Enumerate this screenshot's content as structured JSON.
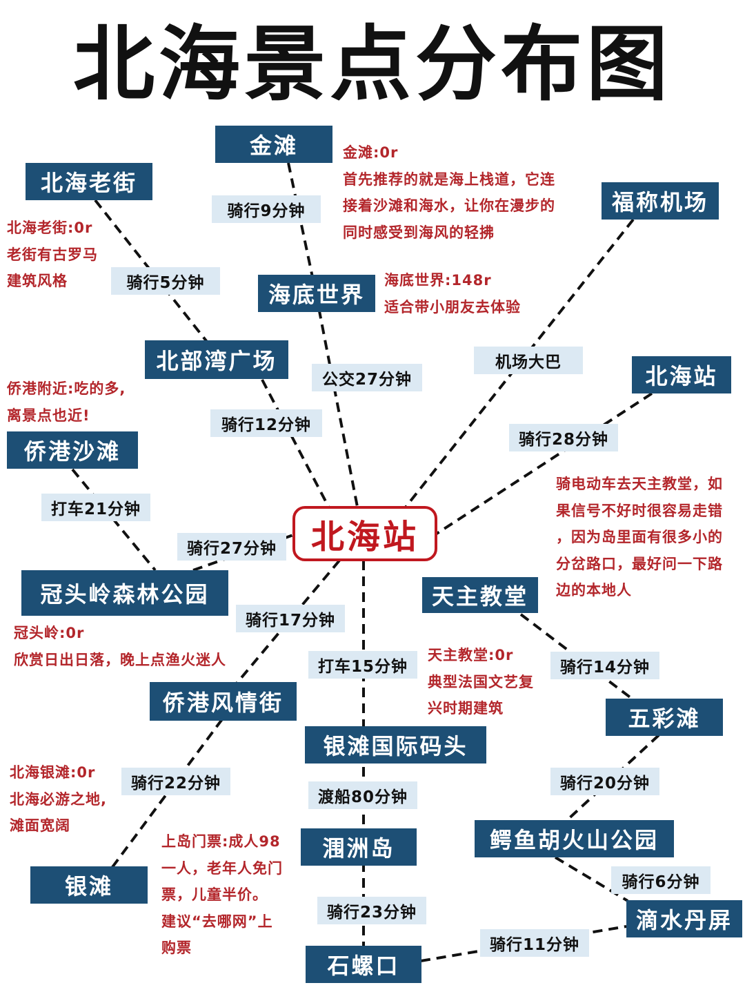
{
  "title": "北海景点分布图",
  "colors": {
    "node_bg": "#1d4f75",
    "node_text": "#ffffff",
    "route_bg": "#dce9f3",
    "note_text": "#b3262b",
    "hub_border": "#c0181f",
    "line": "#111111"
  },
  "hub": {
    "label": "北海站"
  },
  "spots": {
    "jintan": "金滩",
    "laojie": "北海老街",
    "airport": "福称机场",
    "haidi": "海底世界",
    "beibuwan": "北部湾广场",
    "station": "北海站",
    "qiaogang_beach": "侨港沙滩",
    "guantouling": "冠头岭森林公园",
    "tianzhu": "天主教堂",
    "qiaogang_street": "侨港风情街",
    "wucaitan": "五彩滩",
    "yintan_pier": "银滩国际码头",
    "eyuhu": "鳄鱼胡火山公园",
    "weizhou": "涠洲岛",
    "yintan": "银滩",
    "dishui": "滴水丹屏",
    "shiluokou": "石螺口"
  },
  "routes": {
    "jintan_haidi": "骑行9分钟",
    "laojie_beibuwan": "骑行5分钟",
    "haidi_hub": "公交27分钟",
    "airport_hub": "机场大巴",
    "beibuwan_hub": "骑行12分钟",
    "station_hub": "骑行28分钟",
    "qiaogang_beach_guantouling": "打车21分钟",
    "guantouling_hub": "骑行27分钟",
    "hub_qiaogang_street": "骑行17分钟",
    "hub_yintan_pier": "打车15分钟",
    "tianzhu_wucaitan": "骑行14分钟",
    "qiaogang_street_yintan": "骑行22分钟",
    "yintan_pier_weizhou": "渡船80分钟",
    "wucaitan_eyuhu": "骑行20分钟",
    "eyuhu_dishui": "骑行6分钟",
    "weizhou_shiluokou": "骑行23分钟",
    "shiluokou_dishui": "骑行11分钟"
  },
  "notes": {
    "jintan": [
      "金滩:0r",
      "首先推荐的就是海上栈道，它连",
      "接着沙滩和海水，让你在漫步的",
      "同时感受到海风的轻拂"
    ],
    "laojie": [
      "北海老街:0r",
      "老街有古罗马",
      "建筑风格"
    ],
    "haidi": [
      "海底世界:148r",
      "适合带小朋友去体验"
    ],
    "qiaogang": [
      "侨港附近:吃的多,",
      "离景点也近!"
    ],
    "tianzhu_route": [
      "骑电动车去天主教堂，如",
      "果信号不好时很容易走错",
      "，因为岛里面有很多小的",
      "分岔路口，最好问一下路",
      "边的本地人"
    ],
    "guantouling": [
      "冠头岭:0r",
      "欣赏日出日落，晚上点渔火迷人"
    ],
    "tianzhu": [
      "天主教堂:0r",
      "典型法国文艺复",
      "兴时期建筑"
    ],
    "yintan": [
      "北海银滩:0r",
      "北海必游之地,",
      "滩面宽阔"
    ],
    "weizhou": [
      "上岛门票:成人98",
      "一人，老年人免门",
      "票，儿童半价。",
      "建议“去哪网”上",
      "购票"
    ]
  }
}
